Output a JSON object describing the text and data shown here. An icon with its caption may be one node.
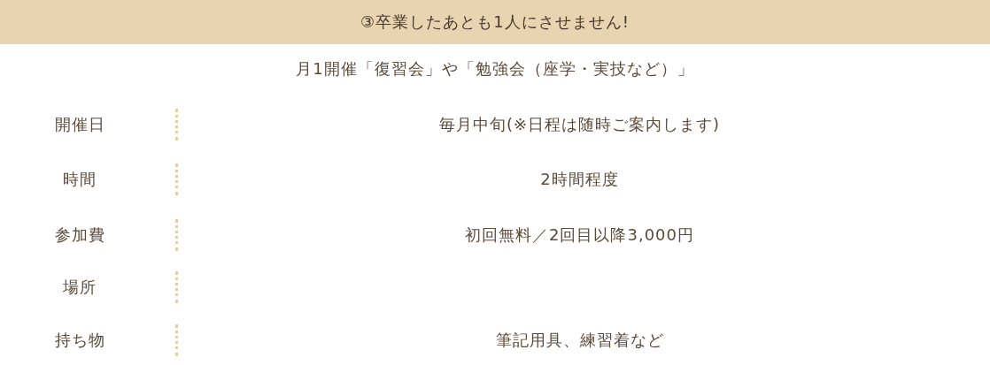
{
  "diagram": {
    "title": "③卒業したあとも1人にさせません!",
    "labels": [
      "月1開催「復習会」や「勉強会（座学・実技など）」",
      "開催日",
      "毎月中旬(※日程は随時ご案内します)",
      "時間",
      "2時間程度",
      "参加費",
      "初回無料／2回目以降3,000円",
      "場所",
      "持ち物",
      "筆記用具、練習着など"
    ]
  }
}
